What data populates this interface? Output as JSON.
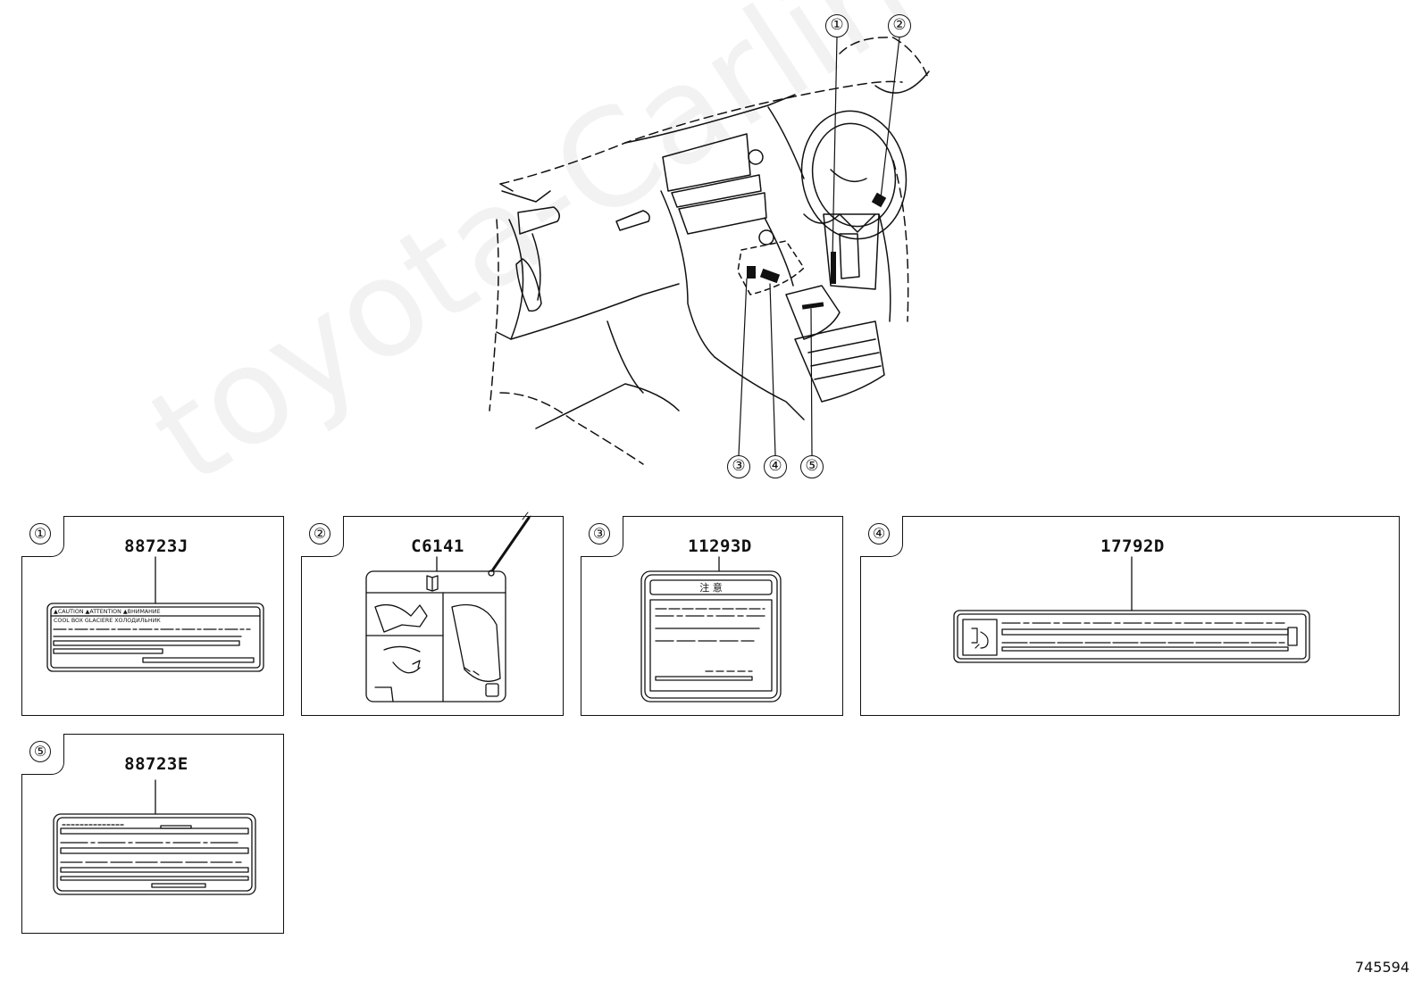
{
  "callouts": [
    "①",
    "②",
    "③",
    "④",
    "⑤"
  ],
  "panels": [
    {
      "index": "①",
      "part_no": "88723J",
      "label_lines": [
        "▲CAUTION ▲ATTENTION ▲ВНИМАНИЕ",
        "COOL BOX  GLACIERE  ХОЛОДИЛЬНИК"
      ]
    },
    {
      "index": "②",
      "part_no": "C6141"
    },
    {
      "index": "③",
      "part_no": "11293D",
      "label_title": "注 意"
    },
    {
      "index": "④",
      "part_no": "17792D"
    },
    {
      "index": "⑤",
      "part_no": "88723E"
    }
  ],
  "watermark": "toyota-Carline.ru",
  "figure_number": "745594"
}
